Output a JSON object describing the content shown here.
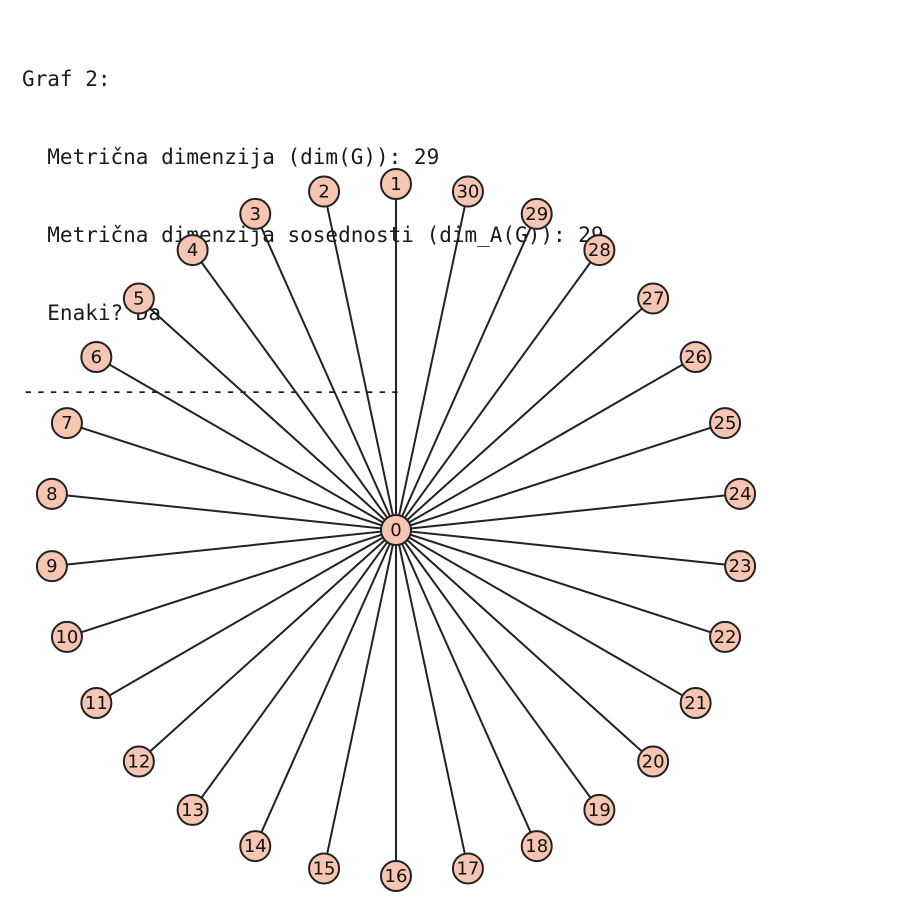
{
  "output": {
    "line1": "Graf 2:",
    "line2": "  Metrična dimenzija (dim(G)): 29",
    "line3": "  Metrična dimenzija sosednosti (dim_A(G)): 29",
    "line4": "  Enaki? Da",
    "separator": "------------------------------"
  },
  "graph": {
    "center": "0",
    "leaves": [
      "1",
      "2",
      "3",
      "4",
      "5",
      "6",
      "7",
      "8",
      "9",
      "10",
      "11",
      "12",
      "13",
      "14",
      "15",
      "16",
      "17",
      "18",
      "19",
      "20",
      "21",
      "22",
      "23",
      "24",
      "25",
      "26",
      "27",
      "28",
      "29",
      "30"
    ],
    "node_color": "#f7c6b3",
    "edge_color": "#222222"
  }
}
